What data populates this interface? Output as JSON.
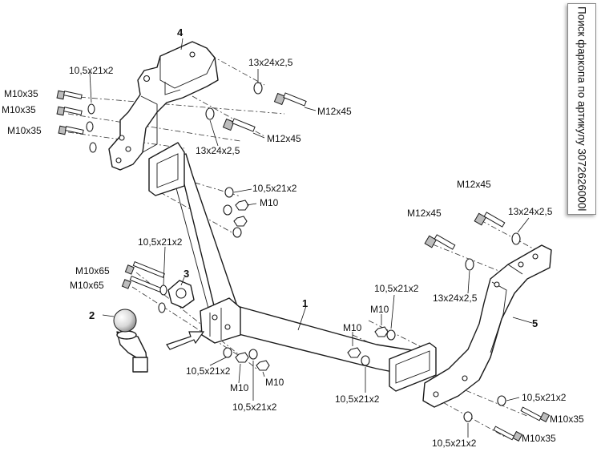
{
  "side_tab": {
    "text": "Поиск фаркопа по артикулу 3072626000l"
  },
  "part_numbers": {
    "p1": "1",
    "p2": "2",
    "p3": "3",
    "p4": "4",
    "p5": "5"
  },
  "labels": {
    "b_m10x35_1": "M10x35",
    "b_m10x35_2": "M10x35",
    "b_m10x35_3": "M10x35",
    "w_10521_top": "10,5x21x2",
    "w_13242_top": "13x24x2,5",
    "b_m12x45_top": "M12x45",
    "b_m12x45_mid": "M12x45",
    "w_13242_mid": "13x24x2,5",
    "w_10521_ct": "10,5x21x2",
    "n_m10_ct": "M10",
    "w_10521_ml": "10,5x21x2",
    "b_m10x65_1": "M10x65",
    "b_m10x65_2": "M10x65",
    "w_10521_bl": "10,5x21x2",
    "n_m10_bl1": "M10",
    "n_m10_bl2": "M10",
    "w_10521_bc": "10,5x21x2",
    "b_m12x45_r1": "M12x45",
    "b_m12x45_r2": "M12x45",
    "w_13242_r1": "13x24x2,5",
    "w_13242_r2": "13x24x2,5",
    "w_10521_cc": "10,5x21x2",
    "n_m10_cc": "M10",
    "n_m10_cc2": "M10",
    "w_10521_cb": "10,5x21x2",
    "w_10521_rb1": "10,5x21x2",
    "b_m10x35_rb1": "M10x35",
    "b_m10x35_rb2": "M10x35",
    "w_10521_rb2": "10,5x21x2"
  }
}
